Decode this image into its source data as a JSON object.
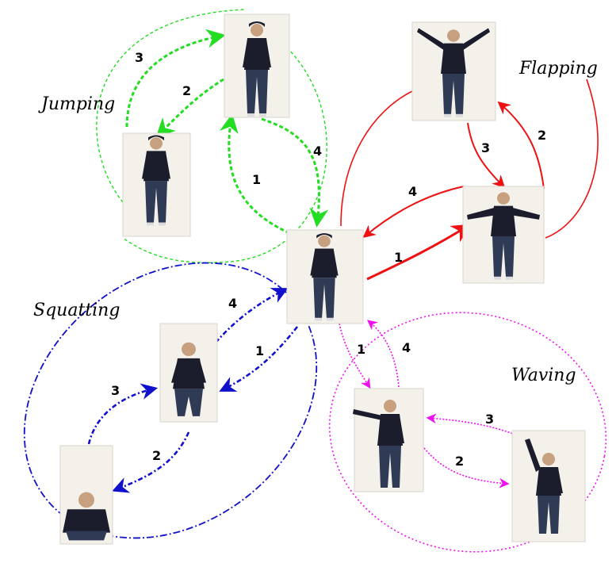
{
  "colors": {
    "jumping": "#22dd22",
    "flapping": "#ee1111",
    "squatting": "#1111cc",
    "waving": "#ee11ee",
    "figure_dark": "#1b1d2c",
    "figure_skin": "#c7a07f",
    "figure_pants": "#2f3a55",
    "photo_wall": "#f3f1ea"
  },
  "loops": {
    "jumping": {
      "title": "Jumping",
      "steps": [
        "1",
        "2",
        "3",
        "4"
      ]
    },
    "flapping": {
      "title": "Flapping",
      "steps": [
        "1",
        "2",
        "3",
        "4"
      ]
    },
    "squatting": {
      "title": "Squatting",
      "steps": [
        "1",
        "2",
        "3",
        "4"
      ]
    },
    "waving": {
      "title": "Waving",
      "steps": [
        "1",
        "2",
        "3",
        "4"
      ]
    }
  },
  "photos": {
    "center": "standing-neutral",
    "jump_top": "standing-neutral",
    "jump_air": "jumping-mid-air",
    "flap_up": "arms-raised-high",
    "flap_side": "arms-extended-sideways",
    "squat_mid": "half-squat",
    "squat_low": "full-squat",
    "wave_side": "arm-extended-side",
    "wave_up": "arm-raised-up"
  }
}
